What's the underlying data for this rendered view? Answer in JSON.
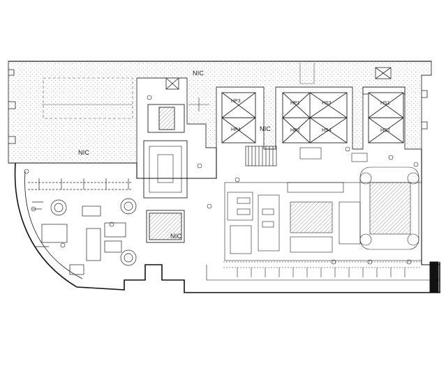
{
  "plan": {
    "labels": {
      "nic_top": "NIC",
      "nic_left": "NIC",
      "nic_mid": "NIC",
      "nic_core": "NIC"
    },
    "shafts": {
      "hp3": "HP3",
      "hp4": "HP4",
      "hp1": "HP1",
      "hp2": "HP2",
      "hs3": "HS3",
      "hs4": "HS4",
      "hs1": "HS1",
      "hs2": "HS2"
    }
  }
}
